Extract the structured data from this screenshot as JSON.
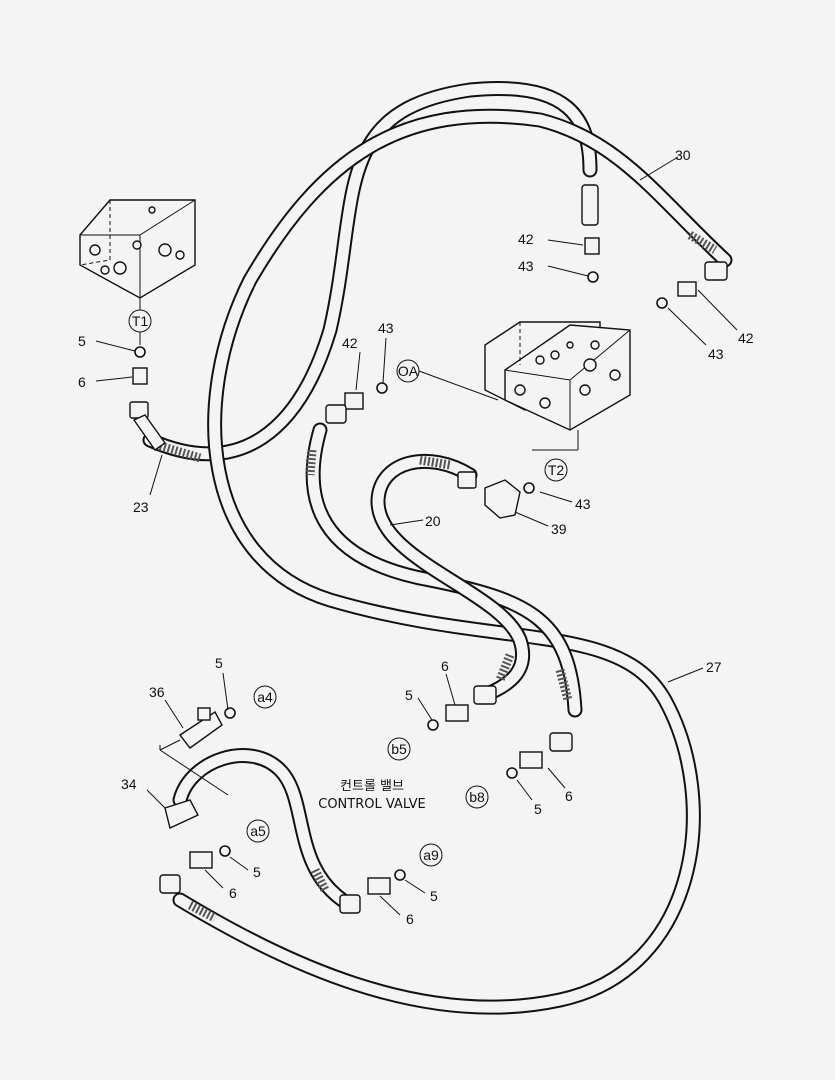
{
  "diagram": {
    "title_korean": "컨트롤 밸브",
    "title_english": "CONTROL VALVE",
    "part_numbers": {
      "p30": "30",
      "p42a": "42",
      "p43a": "43",
      "p42b": "42",
      "p43b": "43",
      "p42c": "42",
      "p43c": "43",
      "p43d": "43",
      "p39": "39",
      "p20": "20",
      "p5a": "5",
      "p6a": "6",
      "p23": "23",
      "p27": "27",
      "p6b": "6",
      "p5b": "5",
      "p6c": "6",
      "p5c": "5",
      "p5d": "5",
      "p36": "36",
      "p34": "34",
      "p5e": "5",
      "p6d": "6",
      "p5f": "5",
      "p6e": "6"
    },
    "port_tags": {
      "T1": "T1",
      "OA": "OA",
      "T2": "T2",
      "a4": "a4",
      "b5": "b5",
      "b8": "b8",
      "a5": "a5",
      "a9": "a9"
    },
    "colors": {
      "line": "#111111",
      "paper": "#f4f4f4"
    }
  }
}
